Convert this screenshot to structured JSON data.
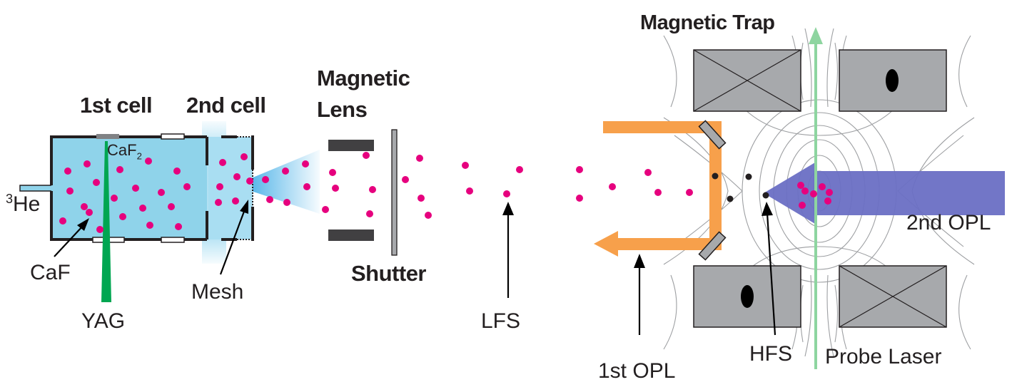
{
  "labels": {
    "he3_sup": "3",
    "he3": "He",
    "caf2": "CaF",
    "caf2_sub": "2",
    "caf": "CaF",
    "yag": "YAG",
    "first_cell": "1st cell",
    "second_cell": "2nd cell",
    "mesh": "Mesh",
    "magnetic": "Magnetic",
    "lens": "Lens",
    "shutter": "Shutter",
    "lfs": "LFS",
    "magnetic_trap": "Magnetic Trap",
    "first_opl": "1st OPL",
    "second_opl": "2nd OPL",
    "hfs": "HFS",
    "probe_laser": "Probe Laser"
  },
  "colors": {
    "cell_fill": "#8fd3ea",
    "cell_wall": "#231f20",
    "molecule": "#e6007e",
    "yag_beam": "#00a651",
    "opl_first": "#f7a04b",
    "opl_second": "#6a6fc4",
    "probe": "#8ed5a0",
    "coil": "#a7a9ac",
    "field_lines": "#9d9fa2"
  }
}
